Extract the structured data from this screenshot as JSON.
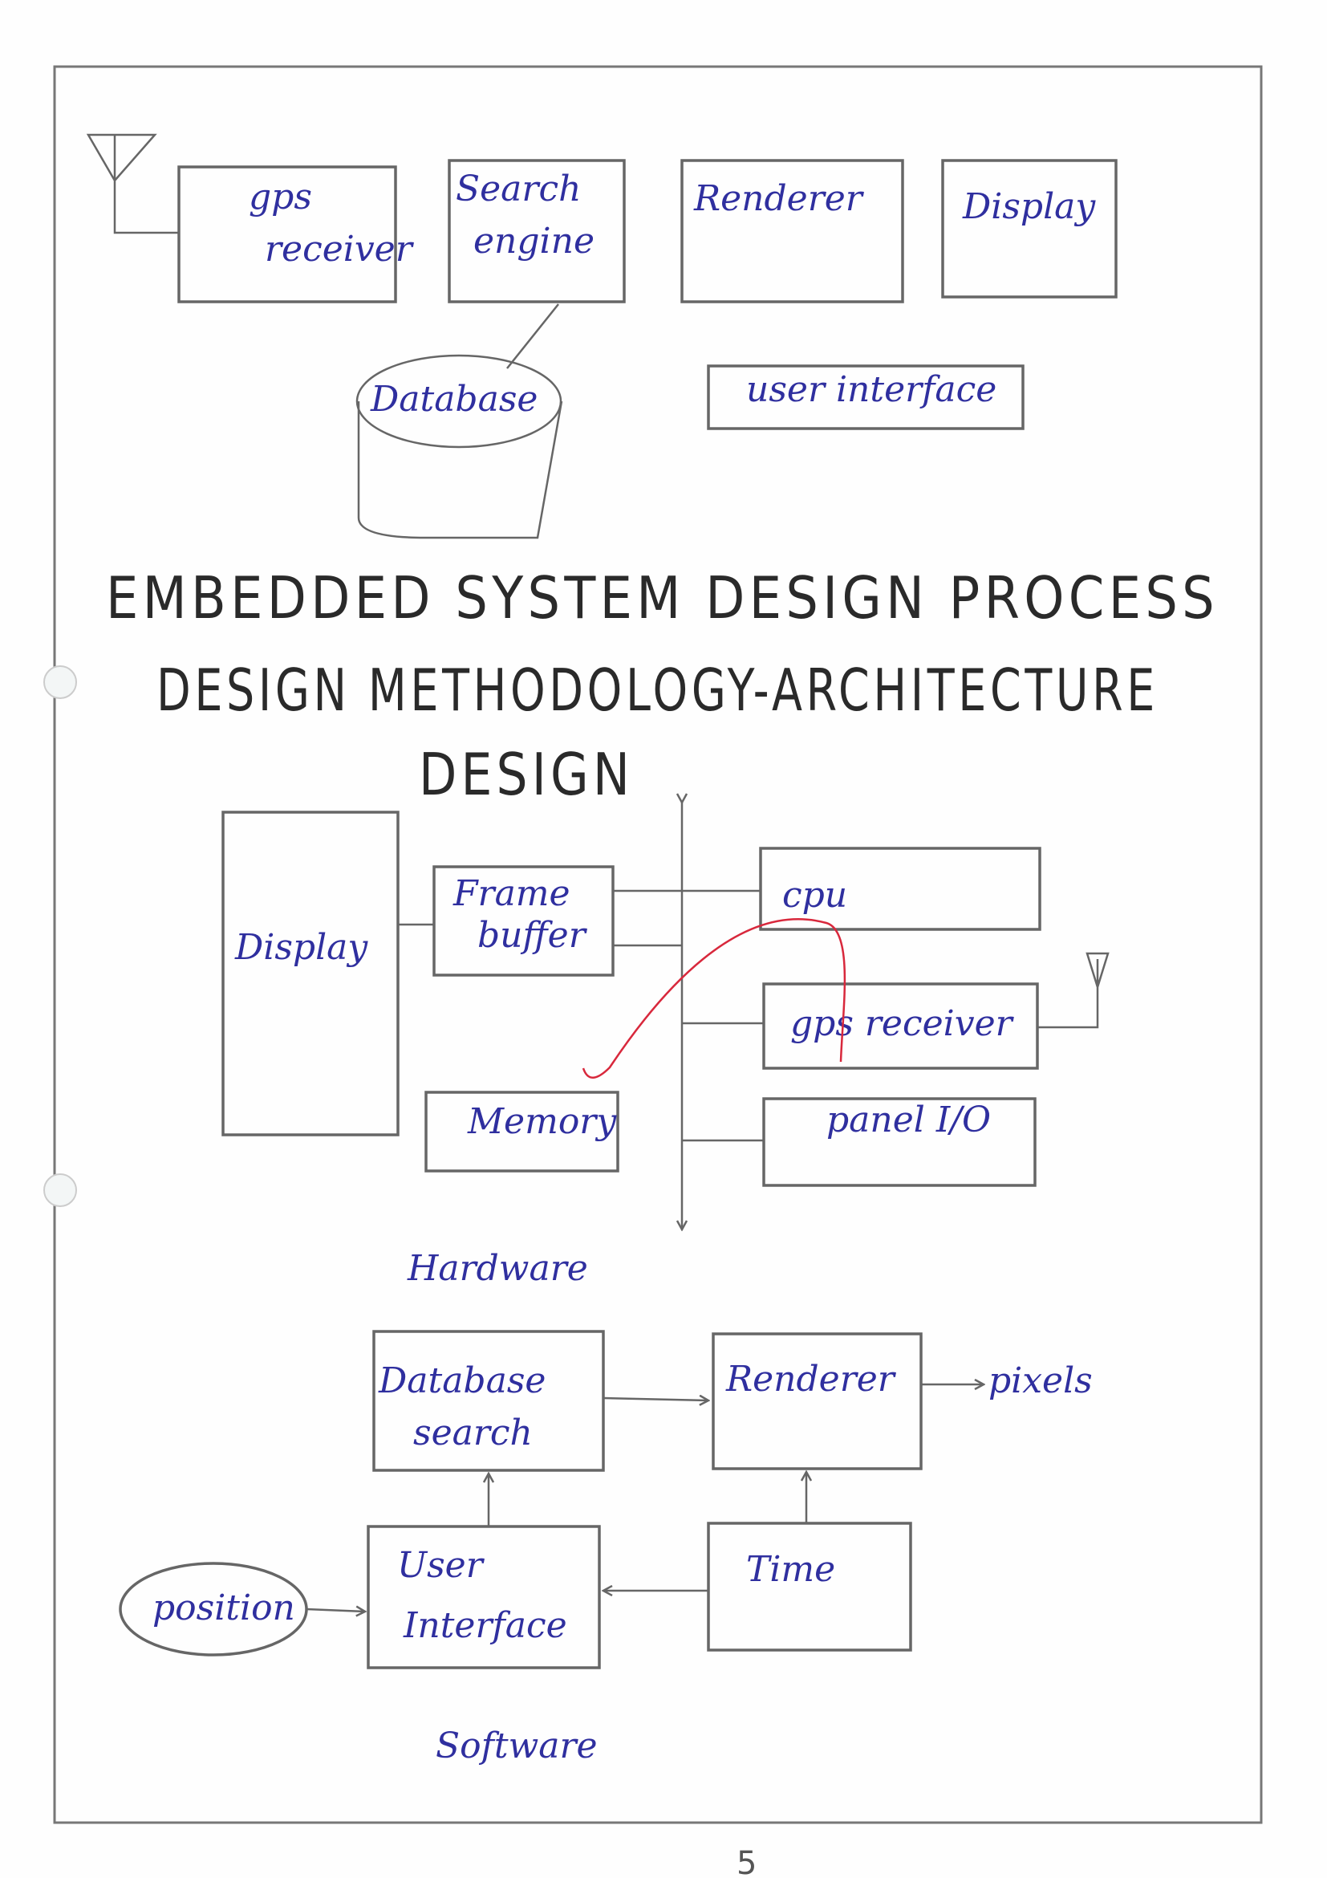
{
  "top_diagram": {
    "gps_receiver": [
      "gps",
      "receiver"
    ],
    "search_engine": [
      "Search",
      "engine"
    ],
    "renderer": "Renderer",
    "display": "Display",
    "database": "Database",
    "user_interface": "user interface"
  },
  "titles": {
    "line1": "EMBEDDED SYSTEM DESIGN PROCESS",
    "line2": "DESIGN METHODOLOGY-ARCHITECTURE",
    "line3": "DESIGN"
  },
  "hardware": {
    "display": "Display",
    "frame_buffer": [
      "Frame",
      "buffer"
    ],
    "cpu": "cpu",
    "gps_receiver": "gps receiver",
    "memory": "Memory",
    "panel_io": "panel I/O",
    "label": "Hardware"
  },
  "software": {
    "database_search": [
      "Database",
      "search"
    ],
    "renderer": "Renderer",
    "pixels": "pixels",
    "user_interface": [
      "User",
      "Interface"
    ],
    "time": "Time",
    "position": "position",
    "label": "Software"
  },
  "page_number": "5",
  "colors": {
    "ink": "#2f2f9f",
    "pencil": "#666666",
    "red": "#d8283c"
  }
}
